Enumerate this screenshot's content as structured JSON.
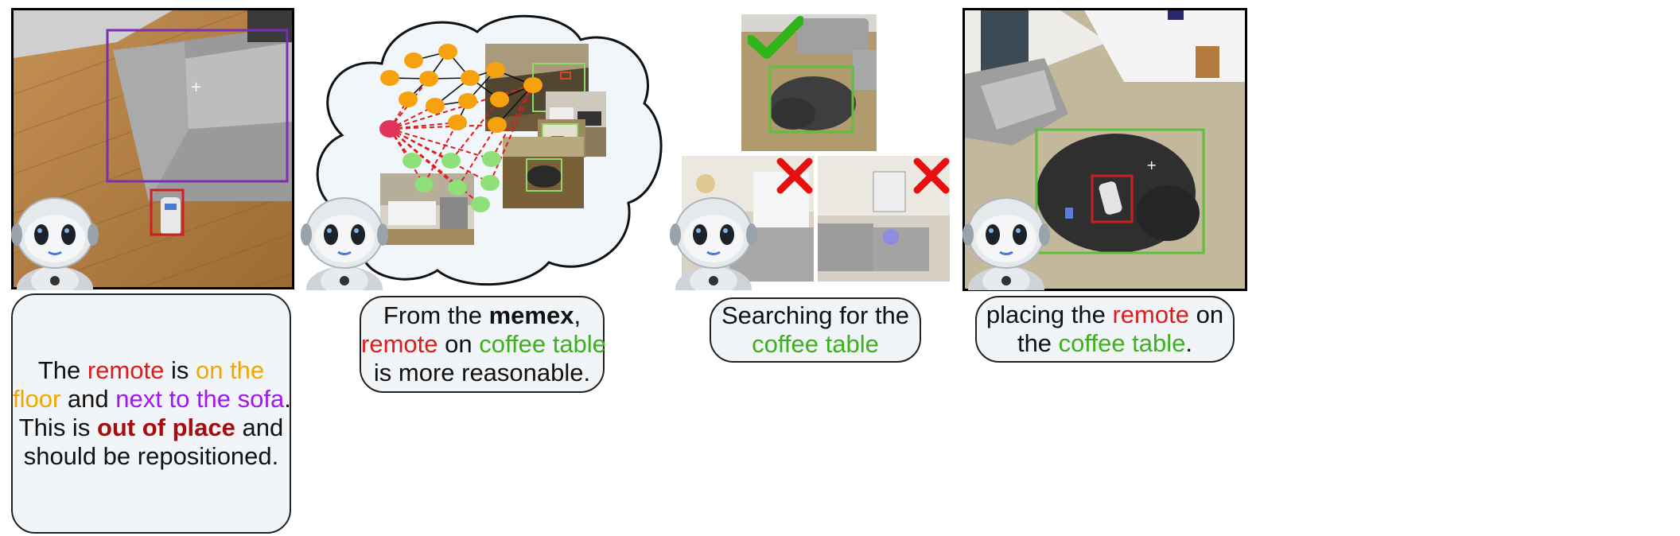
{
  "panels": [
    {
      "id": "observe",
      "caption": {
        "line1": {
          "a": "The ",
          "b": "remote",
          "c": " is ",
          "d": "on the"
        },
        "line2": {
          "a": "floor",
          "b": " and ",
          "c": "next to the sofa",
          "d": "."
        },
        "line3": {
          "a": "This is ",
          "b": "out of place",
          "c": " and"
        },
        "line4": {
          "a": "should be repositioned."
        }
      }
    },
    {
      "id": "memex",
      "caption": {
        "line1": {
          "a": "From the ",
          "b": "memex",
          "c": ","
        },
        "line2": {
          "a": "remote",
          "b": " on ",
          "c": "coffee table"
        },
        "line3": {
          "a": "is more reasonable."
        }
      }
    },
    {
      "id": "search",
      "caption": {
        "line1": {
          "a": "Searching for the"
        },
        "line2": {
          "a": "coffee table"
        }
      }
    },
    {
      "id": "place",
      "caption": {
        "line1": {
          "a": "placing the ",
          "b": "remote",
          "c": " on"
        },
        "line2": {
          "a": "the ",
          "b": "coffee table",
          "c": "."
        }
      }
    }
  ],
  "colors": {
    "remote": "#e01b1b",
    "location_floor": "#f0a800",
    "location_sofa": "#a117f2",
    "coffee_table": "#3cb01e",
    "out_of_place": "#a80c0c",
    "graph_orange_node": "#f7a10f",
    "graph_green_node": "#8fe07a",
    "graph_pink_node": "#e0335a",
    "graph_dashed_edge": "#e01b1b"
  },
  "icons": [
    "robot-icon",
    "checkmark-icon",
    "cross-icon",
    "thought-cloud-icon"
  ]
}
